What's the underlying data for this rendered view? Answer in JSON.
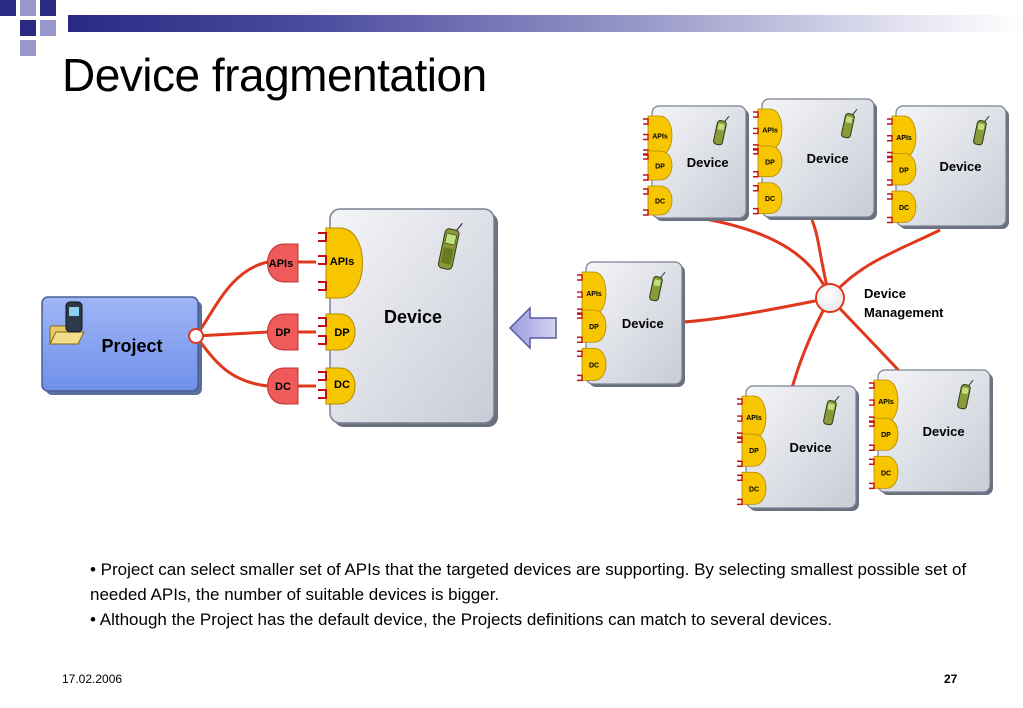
{
  "title": "Device fragmentation",
  "colors": {
    "accent_dark": "#2a2a82",
    "port_yellow": "#f7c600",
    "port_red": "#ef4f4f",
    "wire_red": "#e0381c",
    "box_gray": "#d8dce4",
    "project_blue": "#8aa6f0"
  },
  "diagram": {
    "project_label": "Project",
    "main_device": {
      "label": "Device",
      "ports": [
        "APIs",
        "DP",
        "DC"
      ]
    },
    "project_ports": [
      "APIs",
      "DP",
      "DC"
    ],
    "device_label": "Device",
    "port_labels": [
      "APIs",
      "DP",
      "DC"
    ],
    "device_management_label": "Device\nManagement",
    "device_management_line1": "Device",
    "device_management_line2": "Management",
    "icons": [
      "folder-icon",
      "phone-icon",
      "arrow-left-icon"
    ]
  },
  "bullets": [
    "• Project can select smaller set of APIs that the targeted devices are supporting. By selecting smallest possible set of needed APIs, the number of suitable devices is bigger.",
    "• Although the Project has the default device, the Projects definitions can match to several devices."
  ],
  "footer": {
    "date": "17.02.2006",
    "page": "27"
  }
}
